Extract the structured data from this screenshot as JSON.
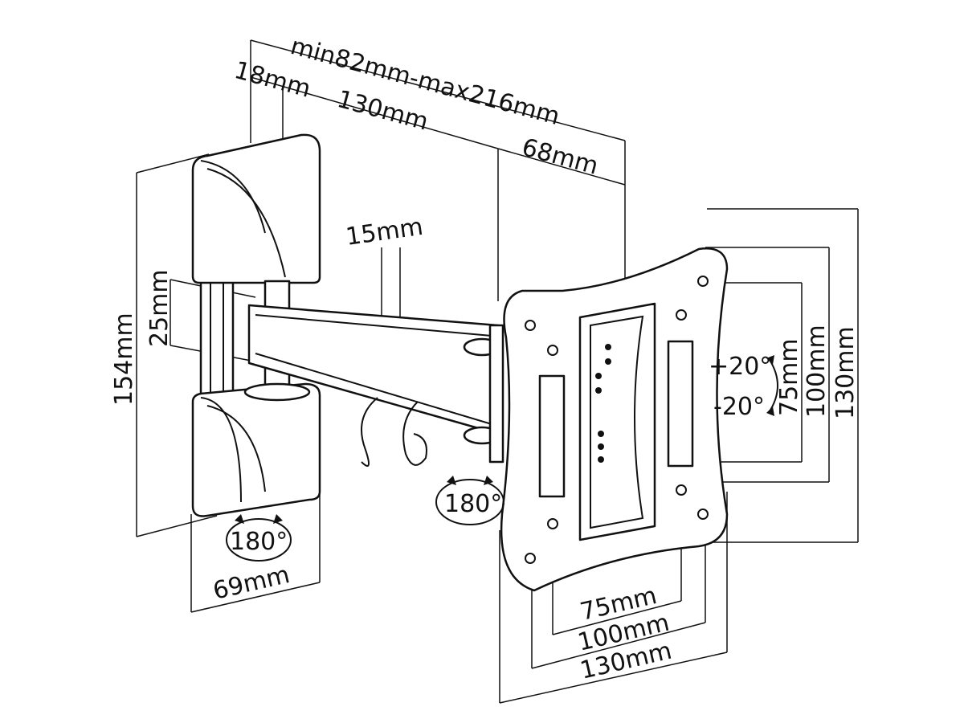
{
  "dimensions": {
    "extension": "min82mm-max216mm",
    "wall_depth": "18mm",
    "arm_length": "130mm",
    "pivot_offset": "68mm",
    "arm_width": "15mm",
    "arm_height": "25mm",
    "wall_plate_height": "154mm",
    "wall_plate_width": "69mm",
    "wall_rotation": "180°",
    "arm_rotation": "180°",
    "tilt_up": "+20°",
    "tilt_down": "-20°",
    "vesa_v_small": "75mm",
    "vesa_v_medium": "100mm",
    "vesa_v_large": "130mm",
    "vesa_h_small": "75mm",
    "vesa_h_medium": "100mm",
    "vesa_h_large": "130mm"
  }
}
